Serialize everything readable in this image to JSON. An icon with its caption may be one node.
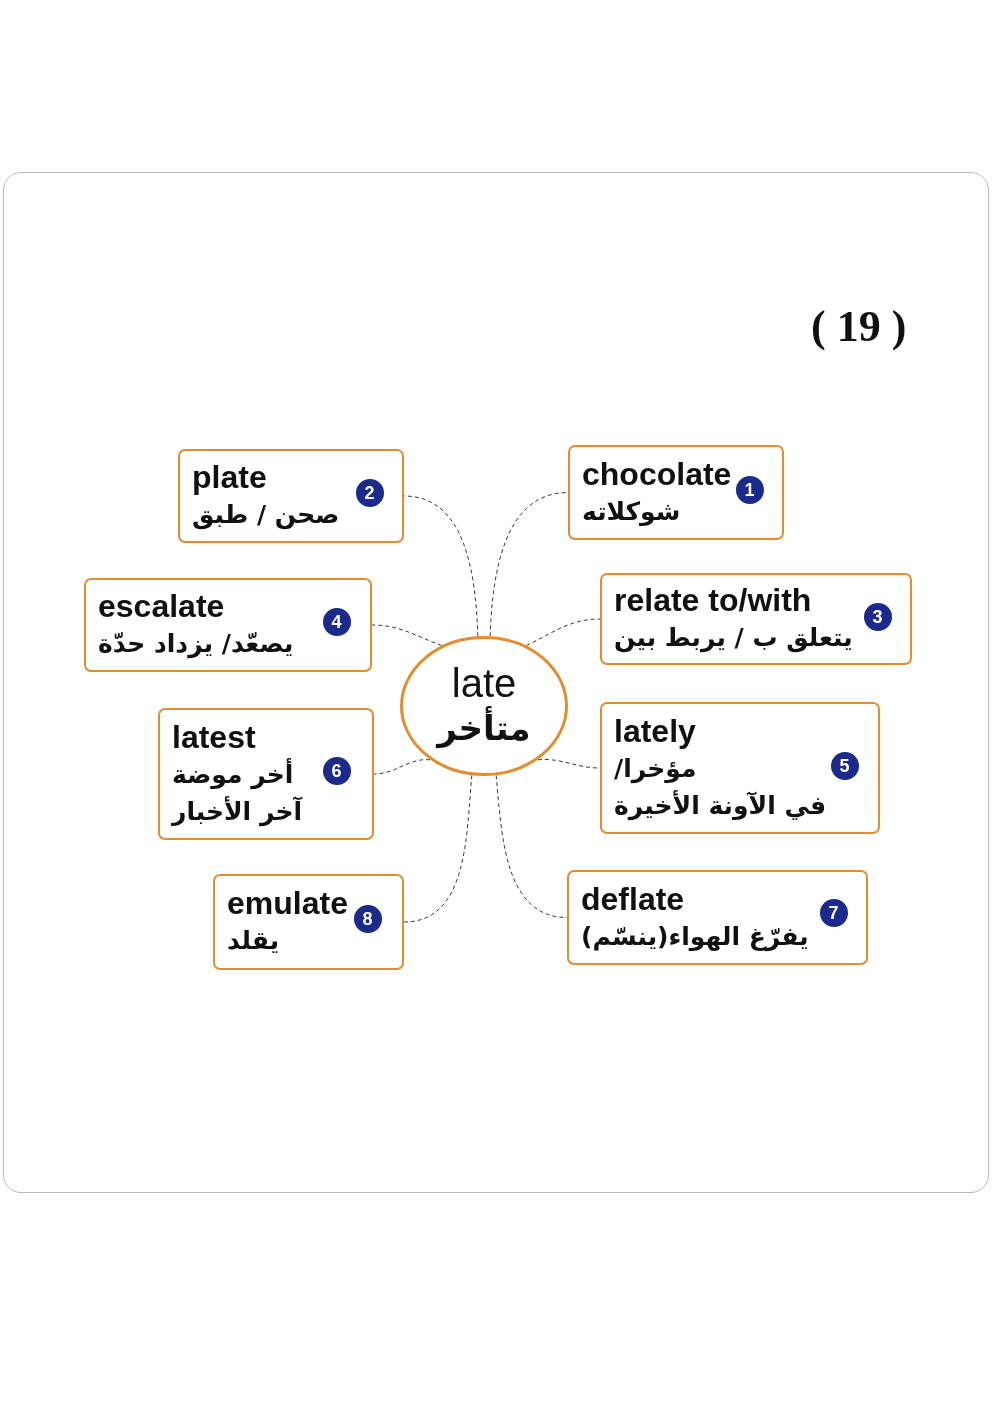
{
  "diagram": {
    "nodes": [
      {
        "text": [
          "late",
          "متأخر"
        ]
      },
      {
        "text": [
          "chocolate",
          "شوكلاته"
        ]
      },
      {
        "text": [
          "1"
        ],
        "in": 1
      },
      {
        "text": [
          "plate",
          "صحن / طبق"
        ]
      },
      {
        "text": [
          "2"
        ],
        "in": 3
      },
      {
        "text": [
          "relate to/with",
          "يتعلق ب / يربط بين"
        ]
      },
      {
        "text": [
          "3"
        ],
        "in": 5
      },
      {
        "text": [
          "escalate",
          "يصعّد/ يزداد حدّة"
        ]
      },
      {
        "text": [
          "4"
        ],
        "in": 7
      },
      {
        "text": [
          "lately",
          "مؤخرا/",
          "في الآونة الأخيرة"
        ]
      },
      {
        "text": [
          "5"
        ],
        "in": 9
      },
      {
        "text": [
          "latest",
          "أخر موضة",
          "آخر الأخبار"
        ]
      },
      {
        "text": [
          "6"
        ],
        "in": 11
      },
      {
        "text": [
          "deflate",
          "يفرّغ الهواء(ينسّم)"
        ]
      },
      {
        "text": [
          "7"
        ],
        "in": 13
      },
      {
        "text": [
          "emulate",
          "يقلد"
        ]
      },
      {
        "text": [
          "8"
        ],
        "in": 15
      }
    ],
    "edges": [
      {
        "from": 0,
        "to": 1,
        "arrow": "none",
        "style": "dashed"
      },
      {
        "from": 0,
        "to": 3,
        "arrow": "none",
        "style": "dashed"
      },
      {
        "from": 0,
        "to": 5,
        "arrow": "none",
        "style": "dashed"
      },
      {
        "from": 0,
        "to": 7,
        "arrow": "none",
        "style": "dashed"
      },
      {
        "from": 0,
        "to": 9,
        "arrow": "none",
        "style": "dashed"
      },
      {
        "from": 0,
        "to": 11,
        "arrow": "none",
        "style": "dashed"
      },
      {
        "from": 0,
        "to": 13,
        "arrow": "none",
        "style": "dashed"
      },
      {
        "from": 0,
        "to": 15,
        "arrow": "none",
        "style": "dashed"
      }
    ],
    "labels": [
      "( 19 )"
    ]
  }
}
